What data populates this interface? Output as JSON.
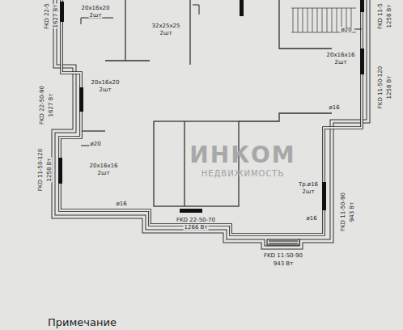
{
  "diagram": {
    "labels": [
      "FKD 22-5",
      "1627 Вт",
      "20x16x20",
      "2шт",
      "32x25x25",
      "2шт",
      "FKD 11-5",
      "1258 Вт",
      "ø20",
      "20x16x16",
      "2шт",
      "FKD 11-50-120",
      "1258 Вт",
      "ø16",
      "FKD 22-50-90",
      "1627 Вт",
      "20x16x20",
      "2шт",
      "ø20",
      "FKD 11-50-120",
      "1258 Вт",
      "20x16x16",
      "2шт",
      "ø16",
      "FKD 22-50-70",
      "1266 Вт",
      "Тр.ø16",
      "2шт",
      "FKD 11-50-90",
      "943 Вт",
      "ø16",
      "FKD 11-50-90",
      "943 Вт",
      "Примечание",
      "ИНКОМ",
      "НЕДВИЖИМОСТЬ"
    ]
  }
}
